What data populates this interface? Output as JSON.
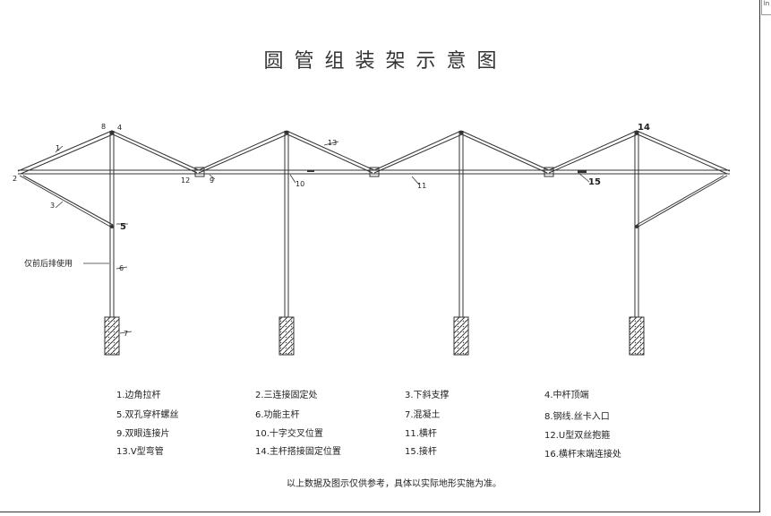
{
  "title": "圆管组装架示意图",
  "corner_mark": "ln",
  "side_note": "仅前后排使用",
  "callouts": {
    "c1": "1",
    "c2": "2",
    "c3": "3",
    "c4": "4",
    "c5": "5",
    "c6": "6",
    "c7": "7",
    "c8": "8",
    "c9": "9",
    "c10": "10",
    "c11": "11",
    "c12": "12",
    "c13": "13",
    "c14": "14",
    "c15": "15"
  },
  "legend": [
    [
      "1.边角拉杆",
      "2.三连接固定处",
      "3.下斜支撑",
      "4.中杆顶端"
    ],
    [
      "5.双孔穿杆螺丝",
      "6.功能主杆",
      "7.混凝土",
      "8.钢线.丝卡入口"
    ],
    [
      "9.双眼连接片",
      "10.十字交叉位置",
      "11.横杆",
      "12.U型双丝抱箍"
    ],
    [
      "13.V型弯管",
      "14.主杆搭接固定位置",
      "15.接杆",
      "16.横杆末端连接处"
    ]
  ],
  "footer_note": "以上数据及图示仅供参考，具体以实际地形实施为准。",
  "colors": {
    "line": "#333333",
    "concrete": "#555555"
  }
}
